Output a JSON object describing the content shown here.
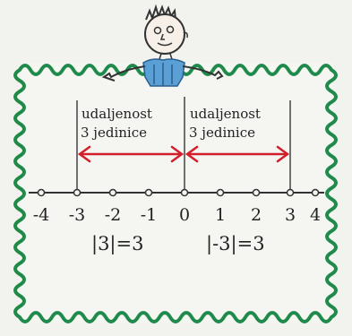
{
  "left_label": {
    "line1": "udaljenost",
    "line2": "3 jedinice"
  },
  "right_label": {
    "line1": "udaljenost",
    "line2": "3 jedinice"
  },
  "numbers": [
    "-4",
    "-3",
    "-2",
    "-1",
    "0",
    "1",
    "2",
    "3",
    "4"
  ],
  "equations": {
    "left": "|3|=3",
    "right": "|-3|=3"
  },
  "colors": {
    "frame": "#1f8a4a",
    "arrow": "#d21f2a",
    "shirt": "#5a9fd6",
    "ink": "#222222",
    "paper": "#f4f4f1"
  }
}
